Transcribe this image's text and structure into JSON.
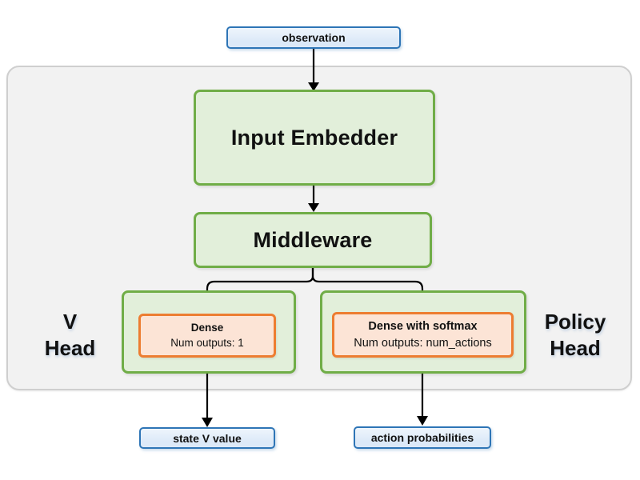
{
  "colors": {
    "blue_border": "#2E75B6",
    "blue_fill": "#DCE9F8",
    "green_border": "#70AD47",
    "green_fill": "#E2EFDA",
    "orange_border": "#ED7D31",
    "orange_fill": "#FCE4D6",
    "container_fill": "#F2F2F2",
    "container_border": "#CFCFCF",
    "arrow": "#000000"
  },
  "nodes": {
    "observation": {
      "label": "observation"
    },
    "input_embedder": {
      "label": "Input Embedder"
    },
    "middleware": {
      "label": "Middleware"
    },
    "v_head": {
      "group_label_line1": "V",
      "group_label_line2": "Head",
      "dense": {
        "title": "Dense",
        "subtitle": "Num outputs: 1"
      },
      "output": {
        "label": "state V value"
      }
    },
    "policy_head": {
      "group_label_line1": "Policy",
      "group_label_line2": "Head",
      "dense": {
        "title": "Dense with softmax",
        "subtitle": "Num outputs: num_actions"
      },
      "output": {
        "label": "action probabilities"
      }
    }
  }
}
